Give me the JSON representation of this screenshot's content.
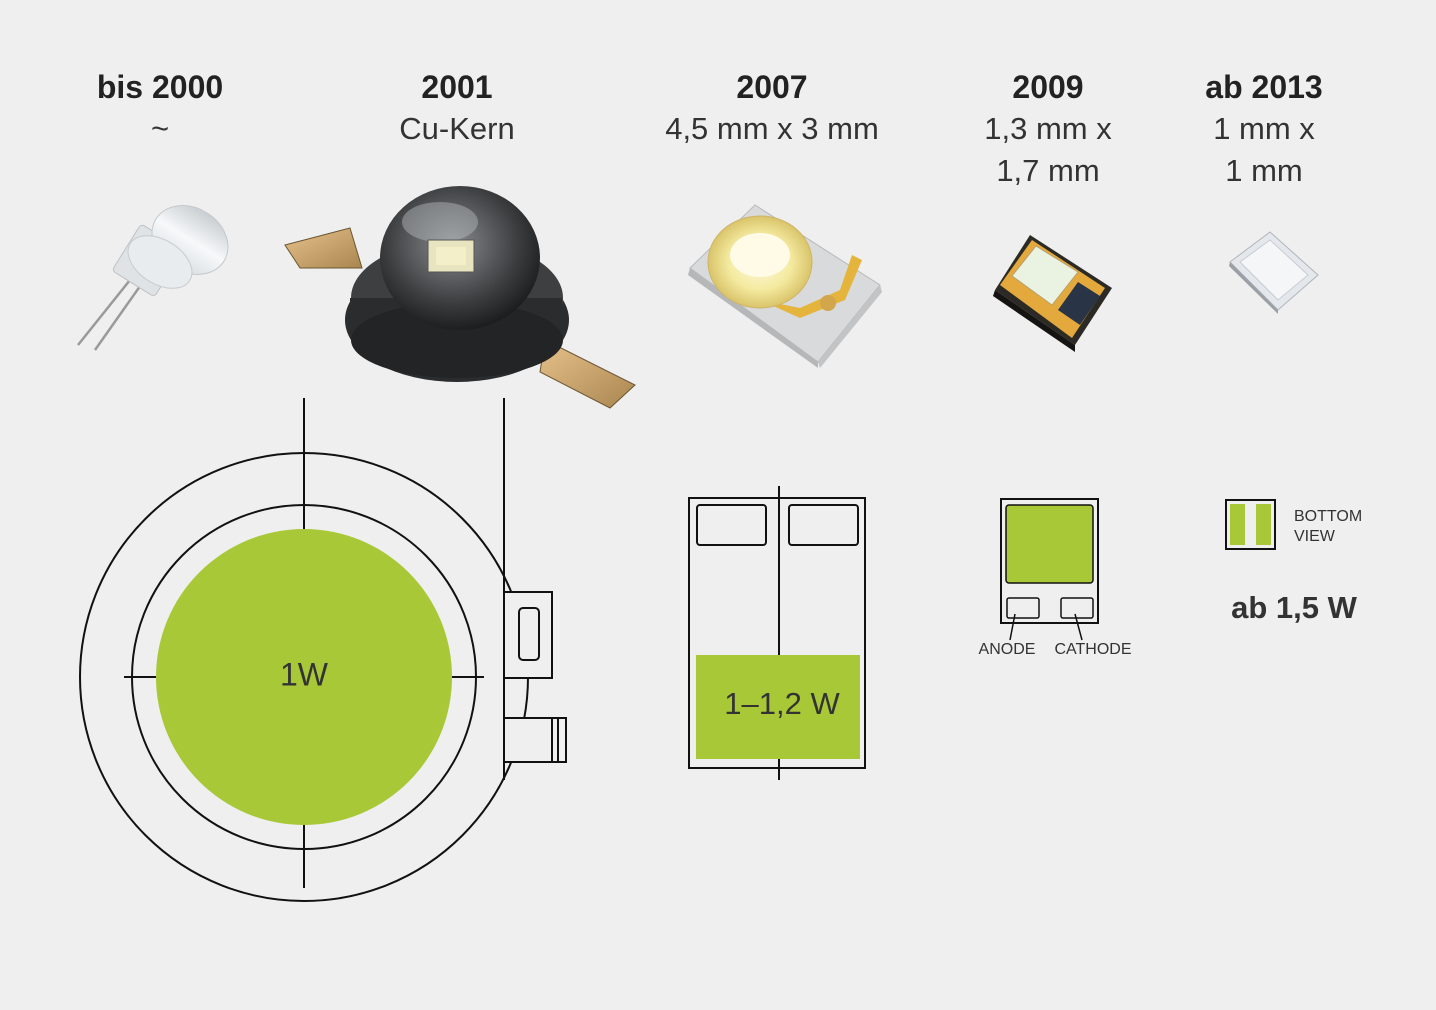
{
  "columns": [
    {
      "year": "bis 2000",
      "dimension_lines": [
        "~"
      ]
    },
    {
      "year": "2001",
      "dimension_lines": [
        "Cu-Kern"
      ]
    },
    {
      "year": "2007",
      "dimension_lines": [
        "4,5 mm x 3 mm"
      ]
    },
    {
      "year": "2009",
      "dimension_lines": [
        "1,3 mm x",
        "1,7 mm"
      ]
    },
    {
      "year": "ab 2013",
      "dimension_lines": [
        "1 mm x",
        "1 mm"
      ]
    }
  ],
  "diagrams": {
    "power_1": "1W",
    "power_2": "1–1,2 W",
    "anode": "ANODE",
    "cathode": "CATHODE",
    "bottom_view_line1": "BOTTOM",
    "bottom_view_line2": "VIEW",
    "power_4": "ab 1,5 W"
  },
  "colors": {
    "background": "#efefef",
    "accent_green": "#a8c838",
    "line": "#111111"
  }
}
